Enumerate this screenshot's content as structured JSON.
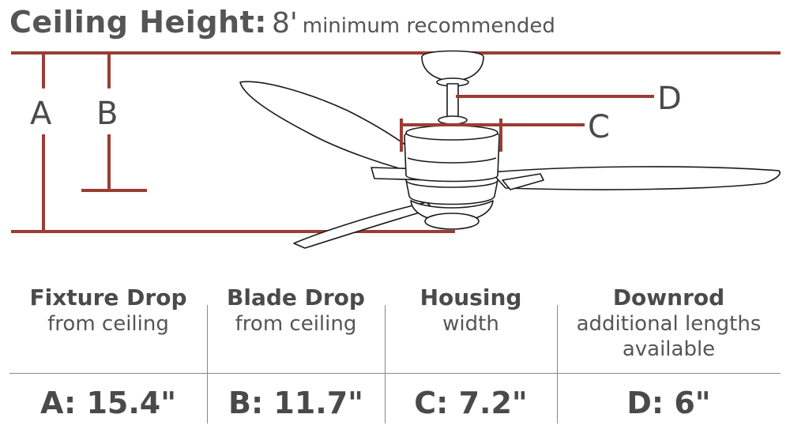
{
  "title": {
    "label": "Ceiling Height:",
    "value": "8'",
    "note": "minimum recommended"
  },
  "dimension_letters": {
    "a": "A",
    "b": "B",
    "c": "C",
    "d": "D"
  },
  "columns": [
    {
      "heading": "Fixture Drop",
      "description": "from ceiling",
      "value": "A: 15.4\""
    },
    {
      "heading": "Blade Drop",
      "description": "from ceiling",
      "value": "B: 11.7\""
    },
    {
      "heading": "Housing",
      "description": "width",
      "value": "C: 7.2\""
    },
    {
      "heading": "Downrod",
      "description": "additional lengths available",
      "value": "D: 6\""
    }
  ],
  "colors": {
    "dimension_line": "#9b3d34",
    "outline": "#1a1a1a",
    "text": "#4a4a4a"
  }
}
